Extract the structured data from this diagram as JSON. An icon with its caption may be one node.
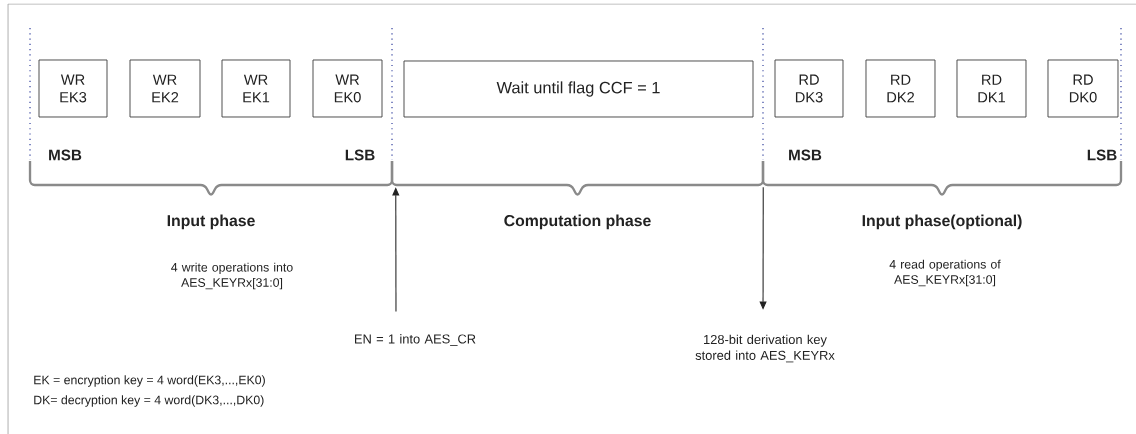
{
  "diagram": {
    "nodes": [
      {
        "text": [
          "WR EK3"
        ]
      },
      {
        "text": [
          "WR EK2"
        ]
      },
      {
        "text": [
          "WR EK1"
        ]
      },
      {
        "text": [
          "WR EK0"
        ]
      },
      {
        "text": [
          "Wait until flag CCF = 1"
        ]
      },
      {
        "text": [
          "RD DK3"
        ]
      },
      {
        "text": [
          "RD DK2"
        ]
      },
      {
        "text": [
          "RD DK1"
        ]
      },
      {
        "text": [
          "RD DK0"
        ]
      },
      {
        "text": [],
        "shape": "brace",
        "beside": [
          "Input phase"
        ]
      },
      {
        "text": [],
        "shape": "brace",
        "beside": [
          "Computation phase"
        ]
      },
      {
        "text": [],
        "shape": "brace",
        "beside": [
          "Input phase(optional)"
        ]
      },
      {
        "text": [
          "EN = 1 into AES_CR"
        ]
      },
      {
        "text": [
          "128-bit derivation key stored into AES_KEYRx"
        ]
      }
    ],
    "edges": [
      {
        "from": 12,
        "to": 10,
        "arrow": "to"
      },
      {
        "from": 10,
        "to": 13,
        "arrow": "to"
      }
    ],
    "labels": [
      "MSB",
      "LSB",
      "MSB",
      "LSB",
      "4 write operations into AES_KEYRx[31:0]",
      "4 read operations of AES_KEYRx[31:0]",
      "EK = encryption key = 4 word(EK3,...,EK0)",
      "DK= decryption key = 4 word(DK3,...,DK0)"
    ]
  }
}
